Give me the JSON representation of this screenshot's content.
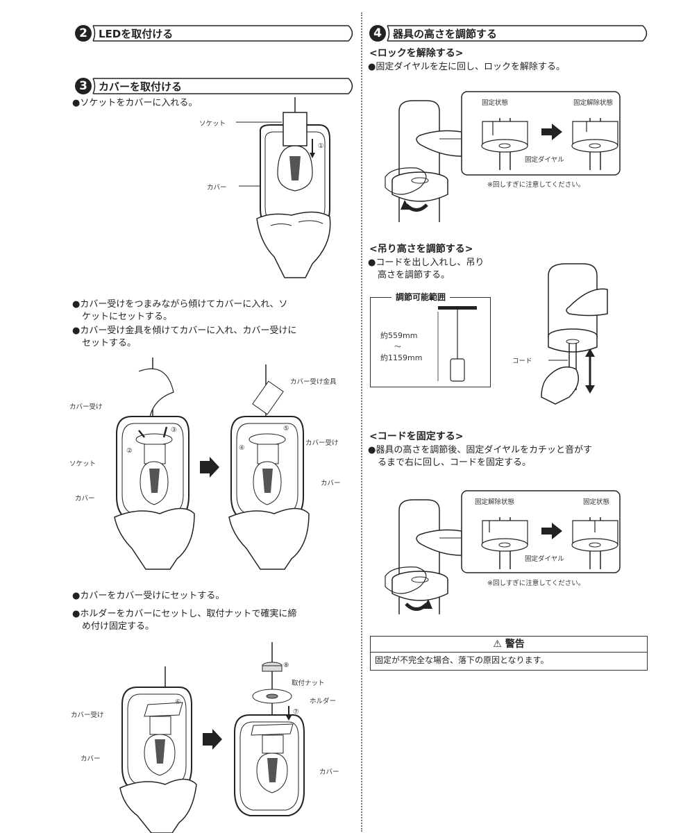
{
  "left": {
    "section2": {
      "number": "2",
      "title": "LEDを取付ける"
    },
    "section3": {
      "number": "3",
      "title": "カバーを取付ける"
    },
    "step1_text": "●ソケットをカバーに入れる。",
    "fig1": {
      "socket": "ソケット",
      "cover": "カバー",
      "step": "①"
    },
    "step2_text": [
      "●カバー受けをつまみながら傾けてカバーに入れ、ソ",
      "ケットにセットする。",
      "●カバー受け金具を傾けてカバーに入れ、カバー受けに",
      "セットする。"
    ],
    "fig2": {
      "cover_receiver": "カバー受け",
      "socket": "ソケット",
      "cover": "カバー",
      "step2": "②",
      "step3": "③"
    },
    "fig3": {
      "receiver_bracket": "カバー受け金具",
      "cover_receiver": "カバー受け",
      "cover": "カバー",
      "step4": "④",
      "step5": "⑤"
    },
    "step3_text": [
      "●カバーをカバー受けにセットする。",
      "●ホルダーをカバーにセットし、取付ナットで確実に締",
      "め付け固定する。"
    ],
    "fig4": {
      "cover_receiver": "カバー受け",
      "cover": "カバー",
      "step6": "⑥"
    },
    "fig5": {
      "nut": "取付ナット",
      "holder": "ホルダー",
      "cover": "カバー",
      "step7": "⑦",
      "step8": "⑧"
    }
  },
  "right": {
    "section4": {
      "number": "4",
      "title": "器具の高さを調節する"
    },
    "unlock_heading": "<ロックを解除する>",
    "unlock_text": "●固定ダイヤルを左に回し、ロックを解除する。",
    "unlock_fig": {
      "locked": "固定状態",
      "unlocked": "固定解除状態",
      "dial": "固定ダイヤル",
      "caution": "※回しすぎに注意してください。"
    },
    "height_heading": "<吊り高さを調節する>",
    "height_text": [
      "●コードを出し入れし、吊り",
      "高さを調節する。"
    ],
    "range": {
      "title": "調節可能範囲",
      "min": "約559mm",
      "tilde": "〜",
      "max": "約1159mm"
    },
    "cord_label": "コード",
    "fix_heading": "<コードを固定する>",
    "fix_text": [
      "●器具の高さを調節後、固定ダイヤルをカチッと音がす",
      "るまで右に回し、コードを固定する。"
    ],
    "fix_fig": {
      "unlocked": "固定解除状態",
      "locked": "固定状態",
      "dial": "固定ダイヤル",
      "caution": "※回しすぎに注意してください。"
    },
    "warning": {
      "icon": "⚠",
      "title": "警告",
      "body": "固定が不完全な場合、落下の原因となります。"
    }
  }
}
